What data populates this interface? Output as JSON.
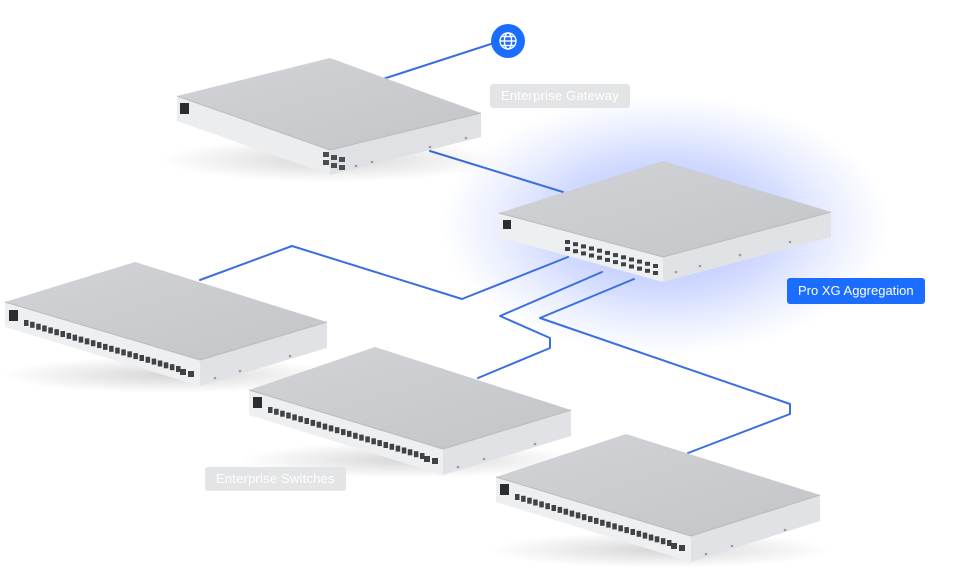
{
  "diagram": {
    "labels": {
      "gateway": "Enterprise Gateway",
      "aggregation": "Pro XG Aggregation",
      "switches": "Enterprise Switches"
    },
    "icons": {
      "internet": "globe-icon"
    },
    "colors": {
      "link": "#3b6fe0",
      "accent": "#1a6dff",
      "glow": "#5a7dff",
      "muted_label_bg": "#e3e4e6",
      "device_top": "#c8cace",
      "device_front": "#e9eaec",
      "port": "#4a4d52"
    },
    "devices": [
      {
        "name": "Enterprise Gateway",
        "role": "gateway"
      },
      {
        "name": "Pro XG Aggregation",
        "role": "aggregation"
      },
      {
        "name": "Enterprise Switches",
        "role": "switch"
      },
      {
        "name": "Enterprise Switches",
        "role": "switch"
      },
      {
        "name": "Enterprise Switches",
        "role": "switch"
      }
    ]
  }
}
